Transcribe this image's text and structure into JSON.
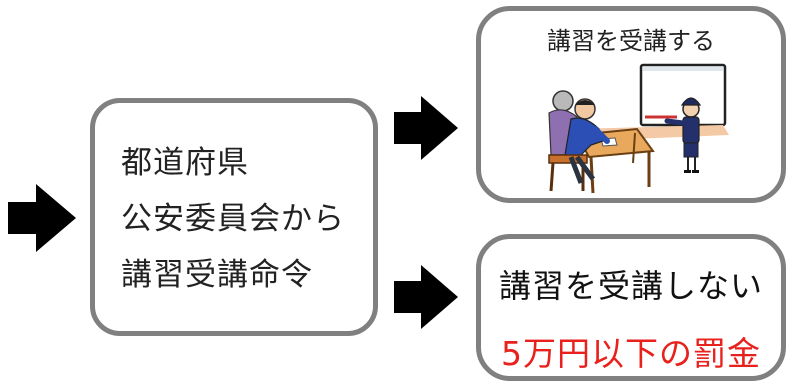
{
  "main_box": {
    "lines": [
      "都道府県",
      "公安委員会から",
      "講習受講命令"
    ]
  },
  "attend_box": {
    "label": "講習を受講する",
    "illustration": "classroom-lecture-illustration"
  },
  "not_attend_box": {
    "title": "講習を受講しない",
    "penalty": "5万円以下の罰金"
  },
  "colors": {
    "box_border": "#808080",
    "arrow": "#000000",
    "penalty_text": "#e8211d"
  },
  "icons": [
    "arrow-right-icon"
  ]
}
